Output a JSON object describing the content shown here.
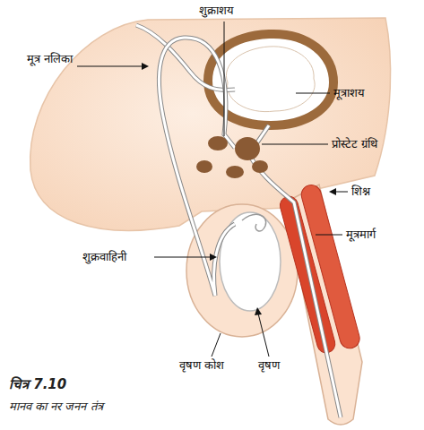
{
  "diagram": {
    "title": "चित्र 7.10",
    "caption": "मानव का नर जनन तंत्र",
    "labels": [
      "शुक्राशय",
      "मूत्र नलिका",
      "मूत्राशय",
      "प्रोस्टेट ग्रंथि",
      "शिश्न",
      "मूत्रमार्ग",
      "शुक्रवाहिनी",
      "वृषण कोश",
      "वृषण"
    ]
  }
}
